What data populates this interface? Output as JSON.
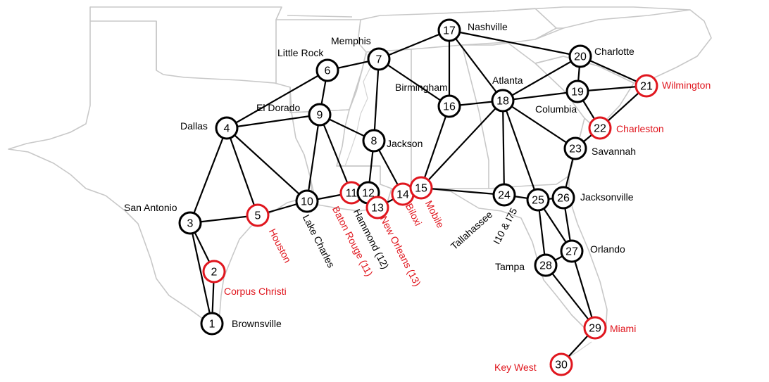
{
  "colors": {
    "normal": "#000000",
    "highlight": "#e0161e",
    "state_lines": "#c8c8c8"
  },
  "nodes": [
    {
      "id": "1",
      "label": "1",
      "city": "Brownsville",
      "hl": false
    },
    {
      "id": "2",
      "label": "2",
      "city": "Corpus Christi",
      "hl": true
    },
    {
      "id": "3",
      "label": "3",
      "city": "San Antonio",
      "hl": false
    },
    {
      "id": "4",
      "label": "4",
      "city": "Dallas",
      "hl": false
    },
    {
      "id": "5",
      "label": "5",
      "city": "Houston",
      "hl": true
    },
    {
      "id": "6",
      "label": "6",
      "city": "Little Rock",
      "hl": false
    },
    {
      "id": "7",
      "label": "7",
      "city": "Memphis",
      "hl": false
    },
    {
      "id": "8",
      "label": "8",
      "city": "Jackson",
      "hl": false
    },
    {
      "id": "9",
      "label": "9",
      "city": "El Dorado",
      "hl": false
    },
    {
      "id": "10",
      "label": "10",
      "city": "Lake Charles",
      "hl": false
    },
    {
      "id": "11",
      "label": "11",
      "city": "Baton Rouge (11)",
      "hl": true
    },
    {
      "id": "12",
      "label": "12",
      "city": "Hammond (12)",
      "hl": false
    },
    {
      "id": "13",
      "label": "13",
      "city": "New Orleans (13)",
      "hl": true
    },
    {
      "id": "14",
      "label": "14",
      "city": "Biloxi",
      "hl": true
    },
    {
      "id": "15",
      "label": "15",
      "city": "Mobile",
      "hl": true
    },
    {
      "id": "16",
      "label": "16",
      "city": "Birmingham",
      "hl": false
    },
    {
      "id": "17",
      "label": "17",
      "city": "Nashville",
      "hl": false
    },
    {
      "id": "18",
      "label": "18",
      "city": "Atlanta",
      "hl": false
    },
    {
      "id": "19",
      "label": "19",
      "city": "Columbia",
      "hl": false
    },
    {
      "id": "20",
      "label": "20",
      "city": "Charlotte",
      "hl": false
    },
    {
      "id": "21",
      "label": "21",
      "city": "Wilmington",
      "hl": true
    },
    {
      "id": "22",
      "label": "22",
      "city": "Charleston",
      "hl": true
    },
    {
      "id": "23",
      "label": "23",
      "city": "Savannah",
      "hl": false
    },
    {
      "id": "24",
      "label": "24",
      "city": "Tallahassee",
      "hl": false
    },
    {
      "id": "25",
      "label": "25",
      "city": "I10 & I75",
      "hl": false
    },
    {
      "id": "26",
      "label": "26",
      "city": "Jacksonville",
      "hl": false
    },
    {
      "id": "27",
      "label": "27",
      "city": "Orlando",
      "hl": false
    },
    {
      "id": "28",
      "label": "28",
      "city": "Tampa",
      "hl": false
    },
    {
      "id": "29",
      "label": "29",
      "city": "Miami",
      "hl": true
    },
    {
      "id": "30",
      "label": "30",
      "city": "Key West",
      "hl": true
    }
  ],
  "edges": [
    [
      "1",
      "2"
    ],
    [
      "1",
      "3"
    ],
    [
      "2",
      "3"
    ],
    [
      "3",
      "4"
    ],
    [
      "3",
      "5"
    ],
    [
      "4",
      "5"
    ],
    [
      "4",
      "6"
    ],
    [
      "4",
      "9"
    ],
    [
      "4",
      "10"
    ],
    [
      "5",
      "10"
    ],
    [
      "6",
      "7"
    ],
    [
      "6",
      "9"
    ],
    [
      "7",
      "8"
    ],
    [
      "7",
      "16"
    ],
    [
      "7",
      "17"
    ],
    [
      "8",
      "9"
    ],
    [
      "8",
      "12"
    ],
    [
      "8",
      "14"
    ],
    [
      "9",
      "10"
    ],
    [
      "9",
      "11"
    ],
    [
      "10",
      "11"
    ],
    [
      "12",
      "13"
    ],
    [
      "13",
      "14"
    ],
    [
      "14",
      "15"
    ],
    [
      "15",
      "16"
    ],
    [
      "15",
      "18"
    ],
    [
      "15",
      "24"
    ],
    [
      "16",
      "17"
    ],
    [
      "16",
      "18"
    ],
    [
      "17",
      "18"
    ],
    [
      "17",
      "20"
    ],
    [
      "18",
      "19"
    ],
    [
      "18",
      "20"
    ],
    [
      "18",
      "23"
    ],
    [
      "18",
      "24"
    ],
    [
      "18",
      "25"
    ],
    [
      "19",
      "20"
    ],
    [
      "19",
      "21"
    ],
    [
      "19",
      "22"
    ],
    [
      "20",
      "21"
    ],
    [
      "21",
      "22"
    ],
    [
      "22",
      "23"
    ],
    [
      "23",
      "26"
    ],
    [
      "24",
      "25"
    ],
    [
      "25",
      "26"
    ],
    [
      "25",
      "27"
    ],
    [
      "25",
      "28"
    ],
    [
      "26",
      "27"
    ],
    [
      "27",
      "28"
    ],
    [
      "27",
      "29"
    ],
    [
      "28",
      "29"
    ],
    [
      "29",
      "30"
    ]
  ]
}
